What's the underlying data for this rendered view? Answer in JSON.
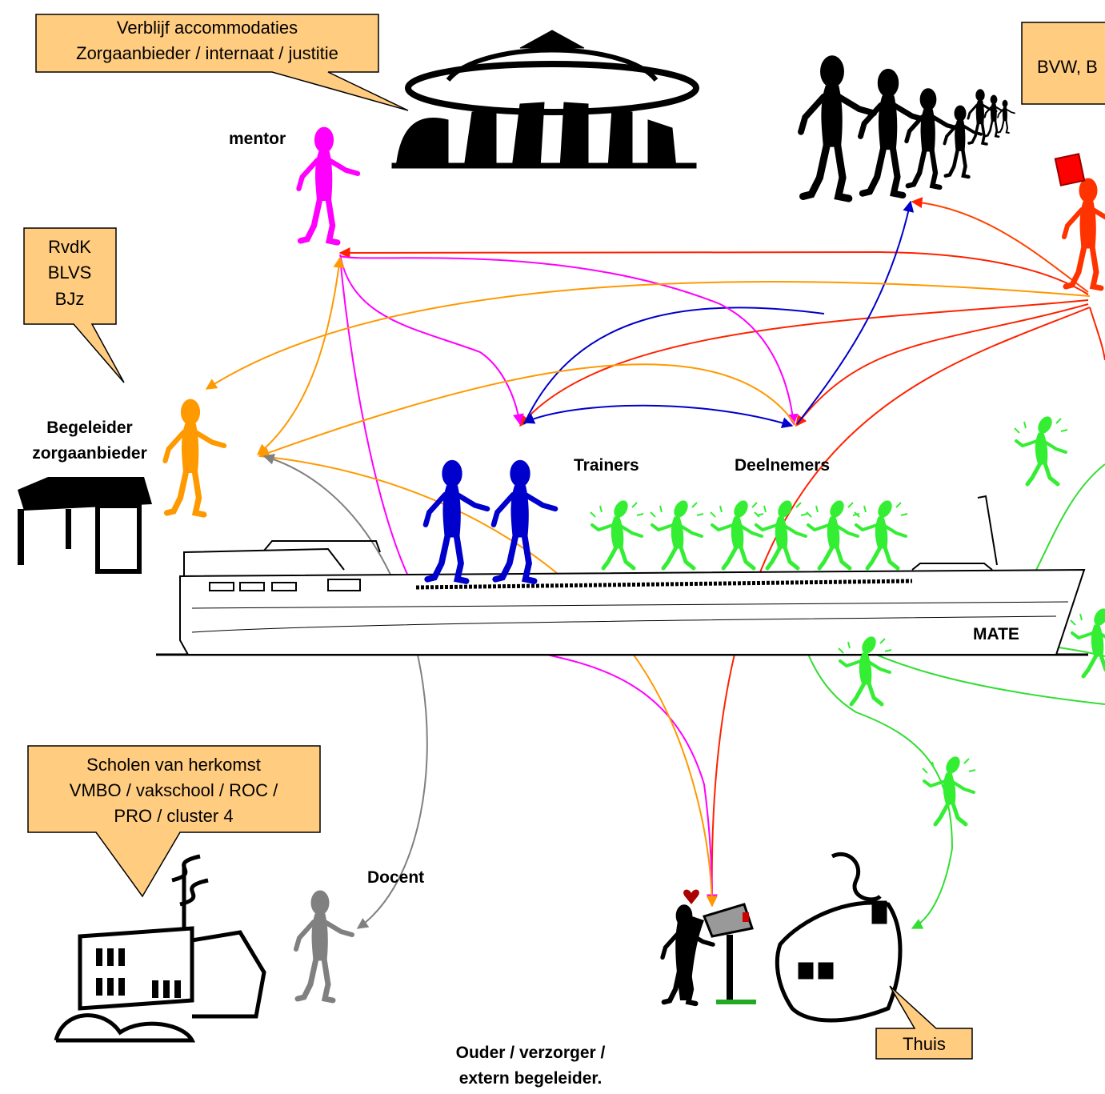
{
  "callouts": {
    "verblijf": {
      "line1": "Verblijf accommodaties",
      "line2": "Zorgaanbieder / internaat / justitie"
    },
    "bvw": {
      "text": "BVW, B"
    },
    "rvdk": {
      "line1": "RvdK",
      "line2": "BLVS",
      "line3": "BJz"
    },
    "scholen": {
      "line1": "Scholen van herkomst",
      "line2": "VMBO / vakschool / ROC /",
      "line3": "PRO /  cluster 4"
    },
    "thuis": {
      "text": "Thuis"
    }
  },
  "labels": {
    "mentor": "mentor",
    "begeleider_line1": "Begeleider",
    "begeleider_line2": "zorgaanbieder",
    "trainers": "Trainers",
    "deelnemers": "Deelnemers",
    "mate": "MATE",
    "docent": "Docent",
    "ouder_line1": "Ouder / verzorger /",
    "ouder_line2": "extern begeleider."
  },
  "colors": {
    "callout_fill": "#FFCC80",
    "mentor": "#FF00FF",
    "begeleider": "#FF9900",
    "trainer": "#0000CC",
    "deelnemer": "#00FF00",
    "docent": "#808080",
    "red_figure": "#FF3300",
    "arrow_blue": "#0000CC",
    "arrow_red": "#FF2200",
    "arrow_orange": "#FF9900",
    "arrow_magenta": "#FF00FF",
    "arrow_gray": "#808080",
    "arrow_green": "#33DD33"
  }
}
